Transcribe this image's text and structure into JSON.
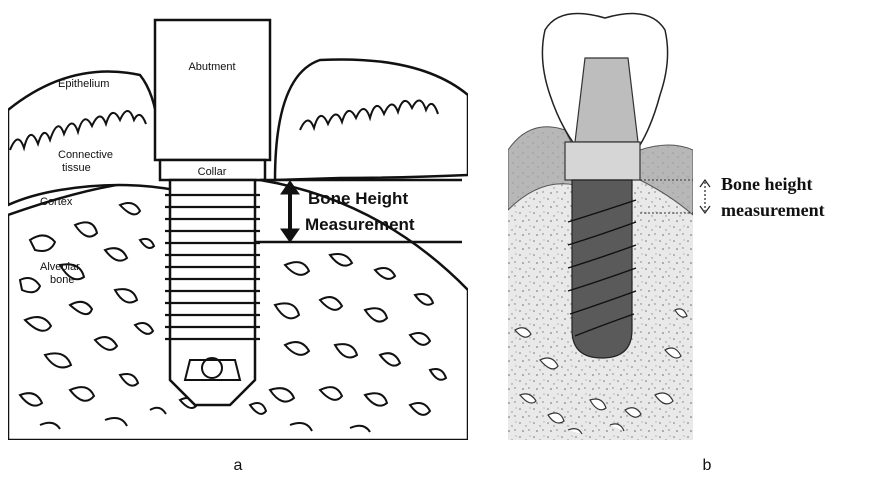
{
  "panel_a": {
    "caption": "a",
    "labels": {
      "abutment": "Abutment",
      "epithelium": "Epithelium",
      "connective_1": "Connective",
      "connective_2": "tissue",
      "collar": "Collar",
      "cortex": "Cortex",
      "alveolar_1": "Alveolar",
      "alveolar_2": "bone",
      "measure_1": "Bone Height",
      "measure_2": "Measurement"
    }
  },
  "panel_b": {
    "caption": "b",
    "labels": {
      "measure_1": "Bone height",
      "measure_2": "measurement"
    }
  }
}
